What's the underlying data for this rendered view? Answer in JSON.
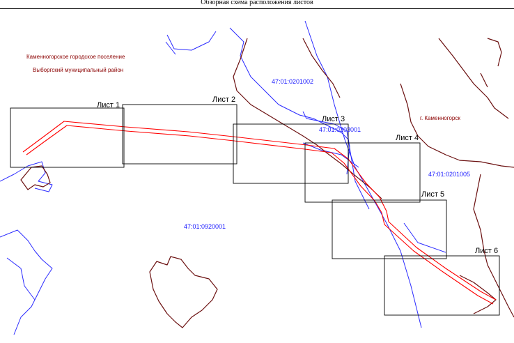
{
  "header": {
    "title": "Обзорная схема расположения листов"
  },
  "labels": {
    "settlement": "Каменногорское городское поселение",
    "district": "Выборгский муниципальный район",
    "town": "г. Каменногорск"
  },
  "cadastral": {
    "c1": "47:01:0201002",
    "c2": "47:01:0203001",
    "c3": "47:01:0201005",
    "c4": "47:01:0920001"
  },
  "sheets": [
    "Лист 1",
    "Лист 2",
    "Лист 3",
    "Лист 4",
    "Лист 5",
    "Лист 6"
  ],
  "colors": {
    "route": "#ff0000",
    "boundary": "#6b1010",
    "water": "#2b2bff",
    "frame": "#000000"
  }
}
